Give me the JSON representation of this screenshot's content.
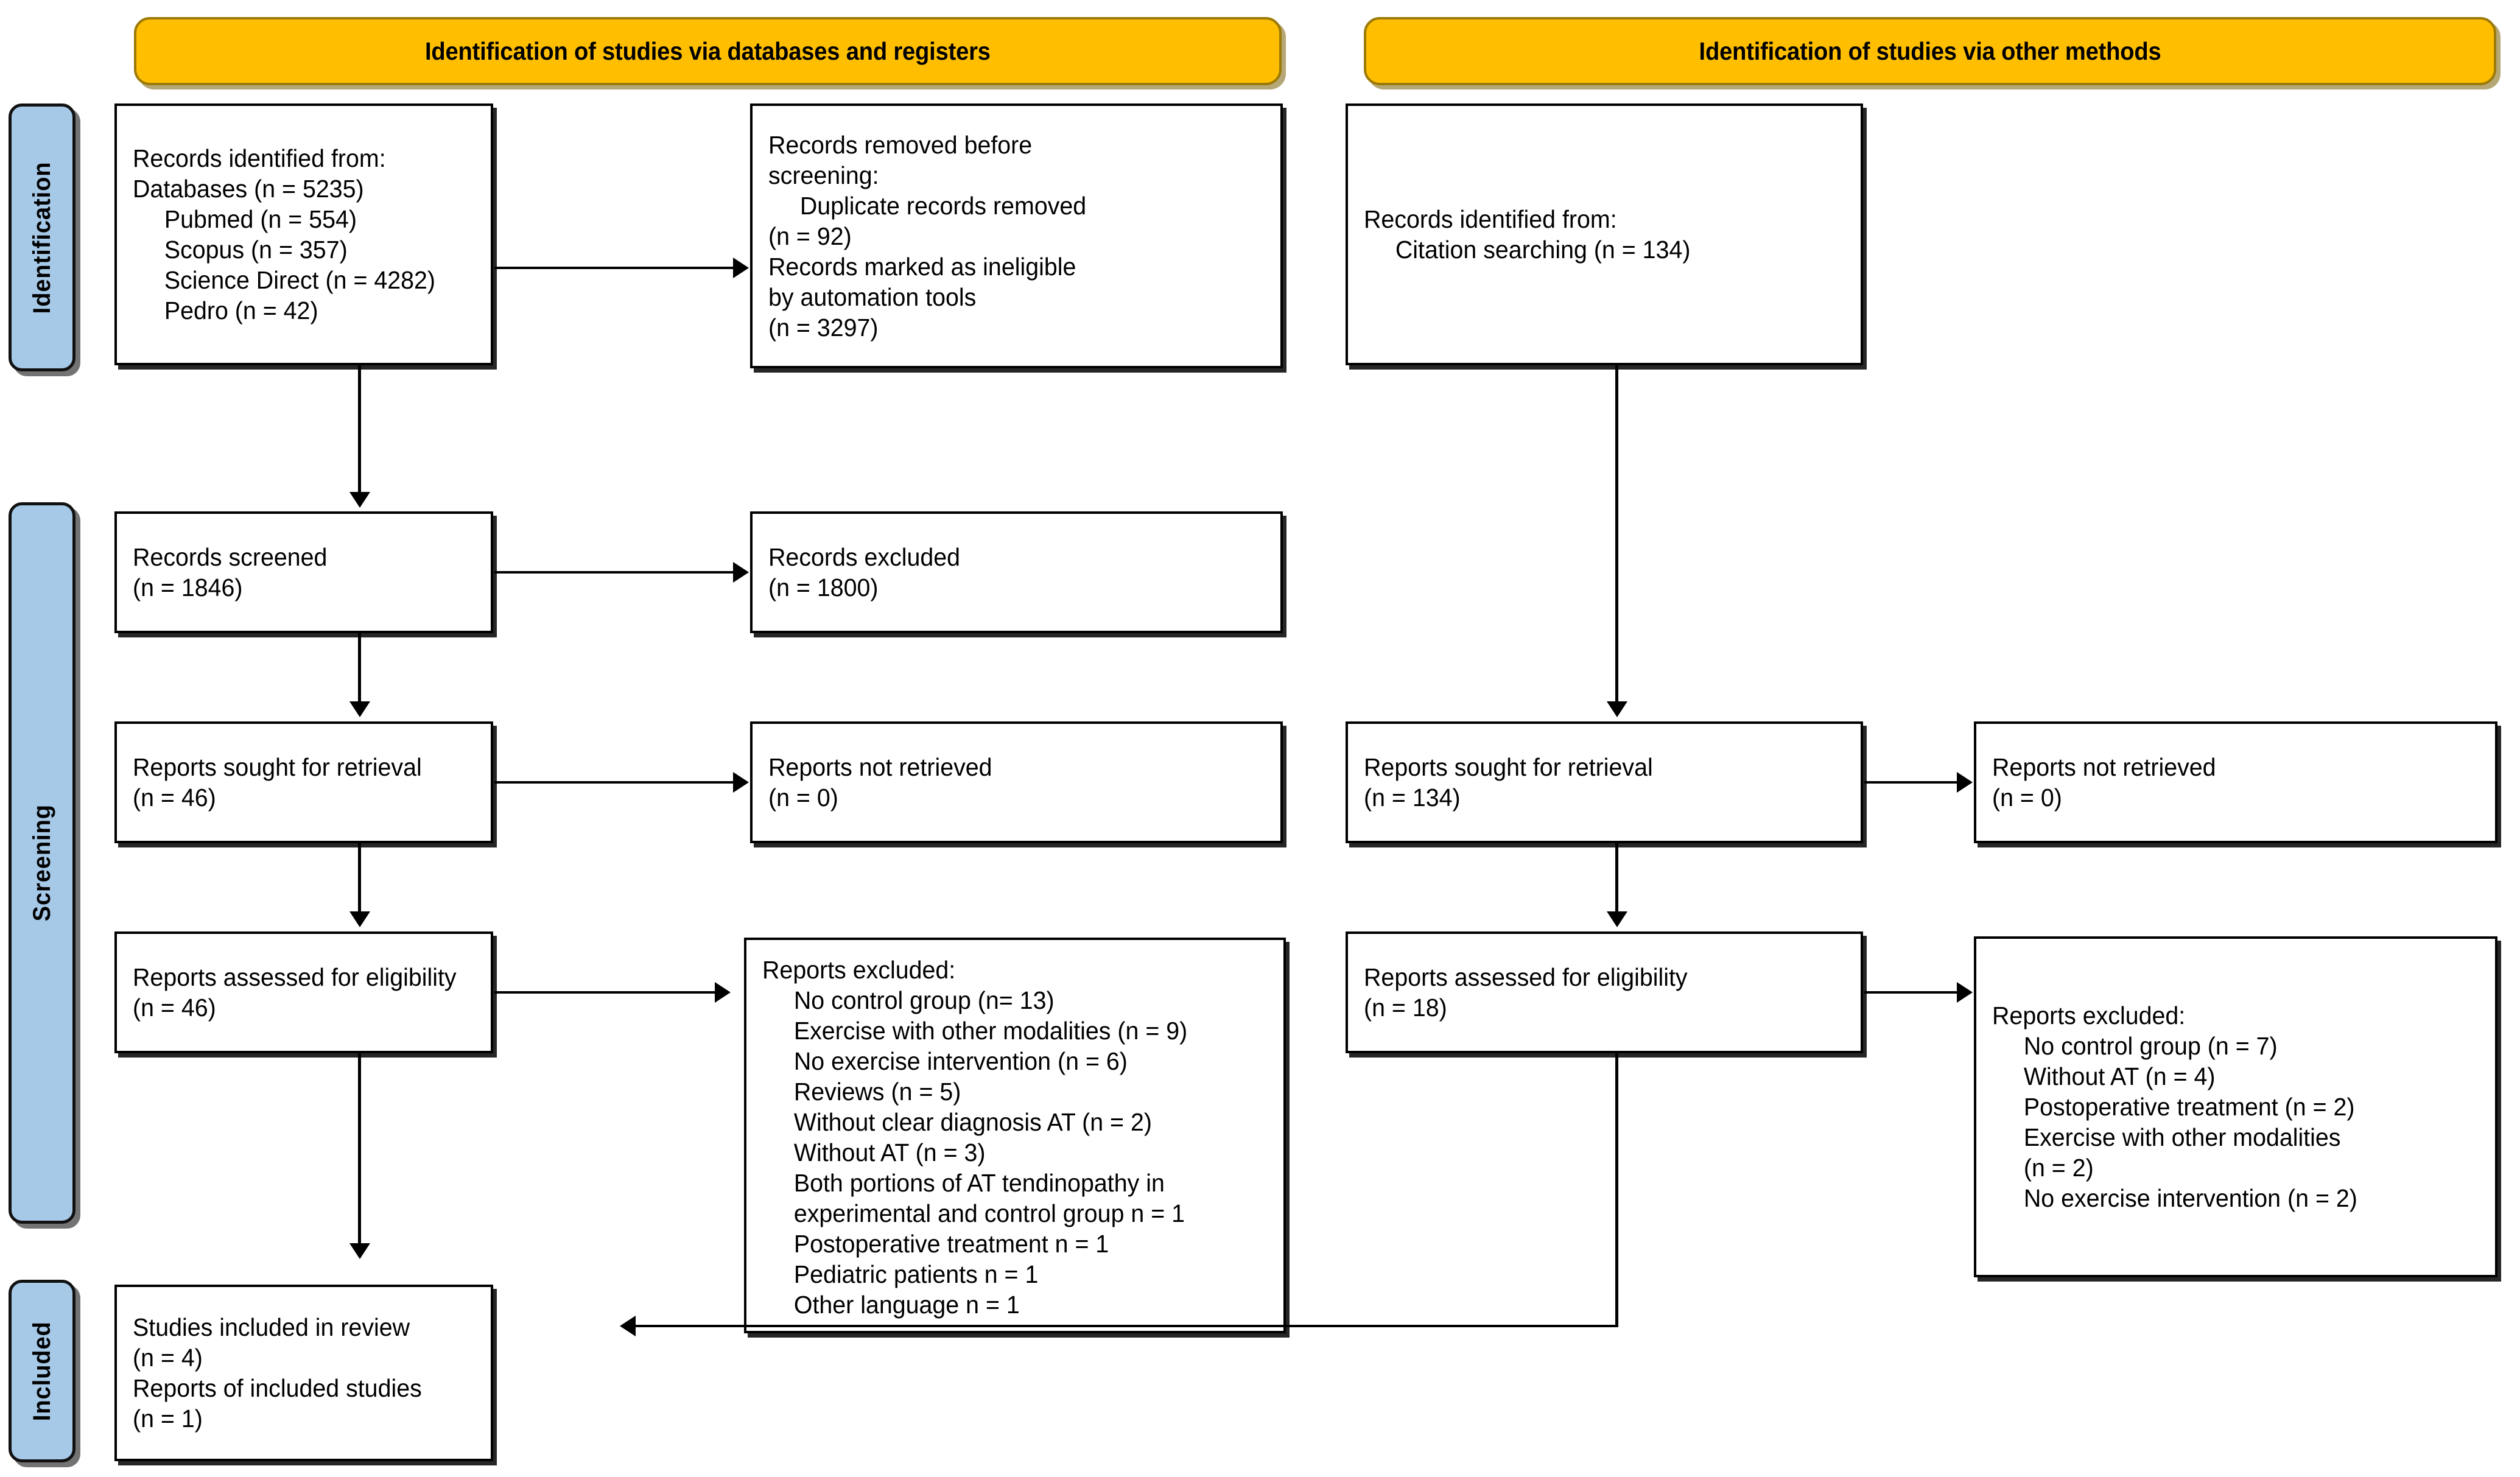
{
  "diagram": {
    "title": "PRISMA 2020 flow diagram",
    "colors": {
      "banner": "#FFBF00",
      "pill": "#A6C9E8",
      "box_border": "#000000"
    }
  },
  "banners": {
    "left": "Identification of studies via databases and registers",
    "right": "Identification of studies via other methods"
  },
  "stages": {
    "identification": "Identification",
    "screening": "Screening",
    "included": "Included"
  },
  "left_column": {
    "identified": {
      "l1": "Records identified from:",
      "l2": "Databases (n = 5235)",
      "l3": "Pubmed (n = 554)",
      "l4": "Scopus (n = 357)",
      "l5": "Science Direct (n = 4282)",
      "l6": "Pedro (n = 42)"
    },
    "removed": {
      "l1": "Records removed ",
      "l1_it": "before",
      "l2_it": "screening",
      "l2_tail": ":",
      "l3": "Duplicate records removed",
      "l4": "(n = 92)",
      "l5": "Records marked as ineligible",
      "l6": "by automation tools",
      "l7": "(n = 3297)"
    },
    "screened": {
      "l1": "Records screened",
      "l2": "(n = 1846)"
    },
    "excluded_records": {
      "l1": "Records excluded",
      "l2": "(n = 1800)"
    },
    "sought": {
      "l1": "Reports sought for retrieval",
      "l2": "(n = 46)"
    },
    "not_retrieved": {
      "l1": "Reports not retrieved",
      "l2": "(n = 0)"
    },
    "assessed": {
      "l1": "Reports assessed for eligibility",
      "l2": "(n = 46)"
    },
    "excluded_reports": {
      "title": "Reports excluded:",
      "items": [
        "No control group (n= 13)",
        "Exercise with other modalities (n = 9)",
        "No exercise intervention (n = 6)",
        "Reviews (n = 5)",
        "Without clear diagnosis AT (n = 2)",
        "Without AT (n = 3)",
        "Both portions of AT tendinopathy in",
        "experimental and control group n = 1",
        "Postoperative treatment n = 1",
        "Pediatric patients n = 1",
        "Other language n = 1"
      ]
    },
    "included": {
      "l1": "Studies included in review",
      "l2": "(n = 4)",
      "l3": "Reports of included studies",
      "l4": "(n = 1)"
    }
  },
  "right_column": {
    "identified": {
      "l1": "Records identified from:",
      "l2": "Citation searching (n = 134)"
    },
    "sought": {
      "l1": "Reports sought for retrieval",
      "l2": "(n = 134)"
    },
    "not_retrieved": {
      "l1": "Reports not retrieved",
      "l2": "(n = 0)"
    },
    "assessed": {
      "l1": "Reports assessed for eligibility",
      "l2": "(n = 18)"
    },
    "excluded_reports": {
      "title": "Reports excluded:",
      "items": [
        "No control group (n = 7)",
        "Without AT (n = 4)",
        "Postoperative treatment (n = 2)",
        "Exercise with other modalities",
        "(n = 2)",
        "No exercise intervention (n = 2)"
      ]
    }
  }
}
